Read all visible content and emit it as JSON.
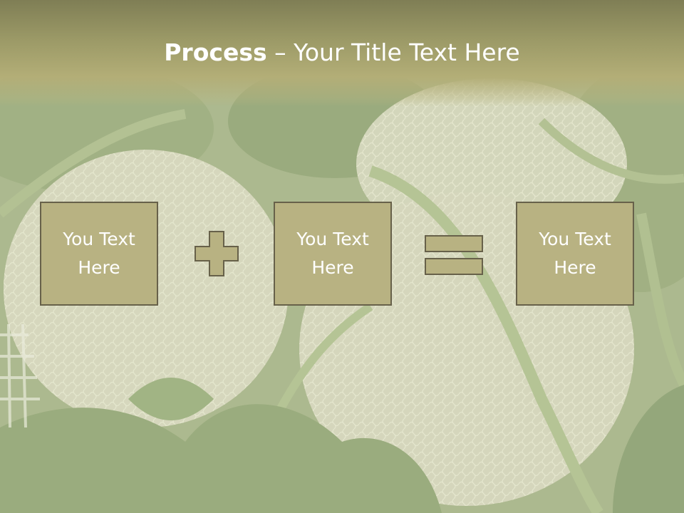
{
  "slide": {
    "title_bold": "Process",
    "title_separator": " – ",
    "title_rest": "Your Title Text Here",
    "boxes": [
      {
        "text": "You Text\nHere"
      },
      {
        "text": "You Text\nHere"
      },
      {
        "text": "You Text\nHere"
      }
    ],
    "operators": [
      "plus-icon",
      "equals-icon"
    ],
    "colors": {
      "header": "#9c9a67",
      "box_fill": "#b8b282",
      "box_border": "#67614a",
      "text": "#ffffff"
    }
  }
}
